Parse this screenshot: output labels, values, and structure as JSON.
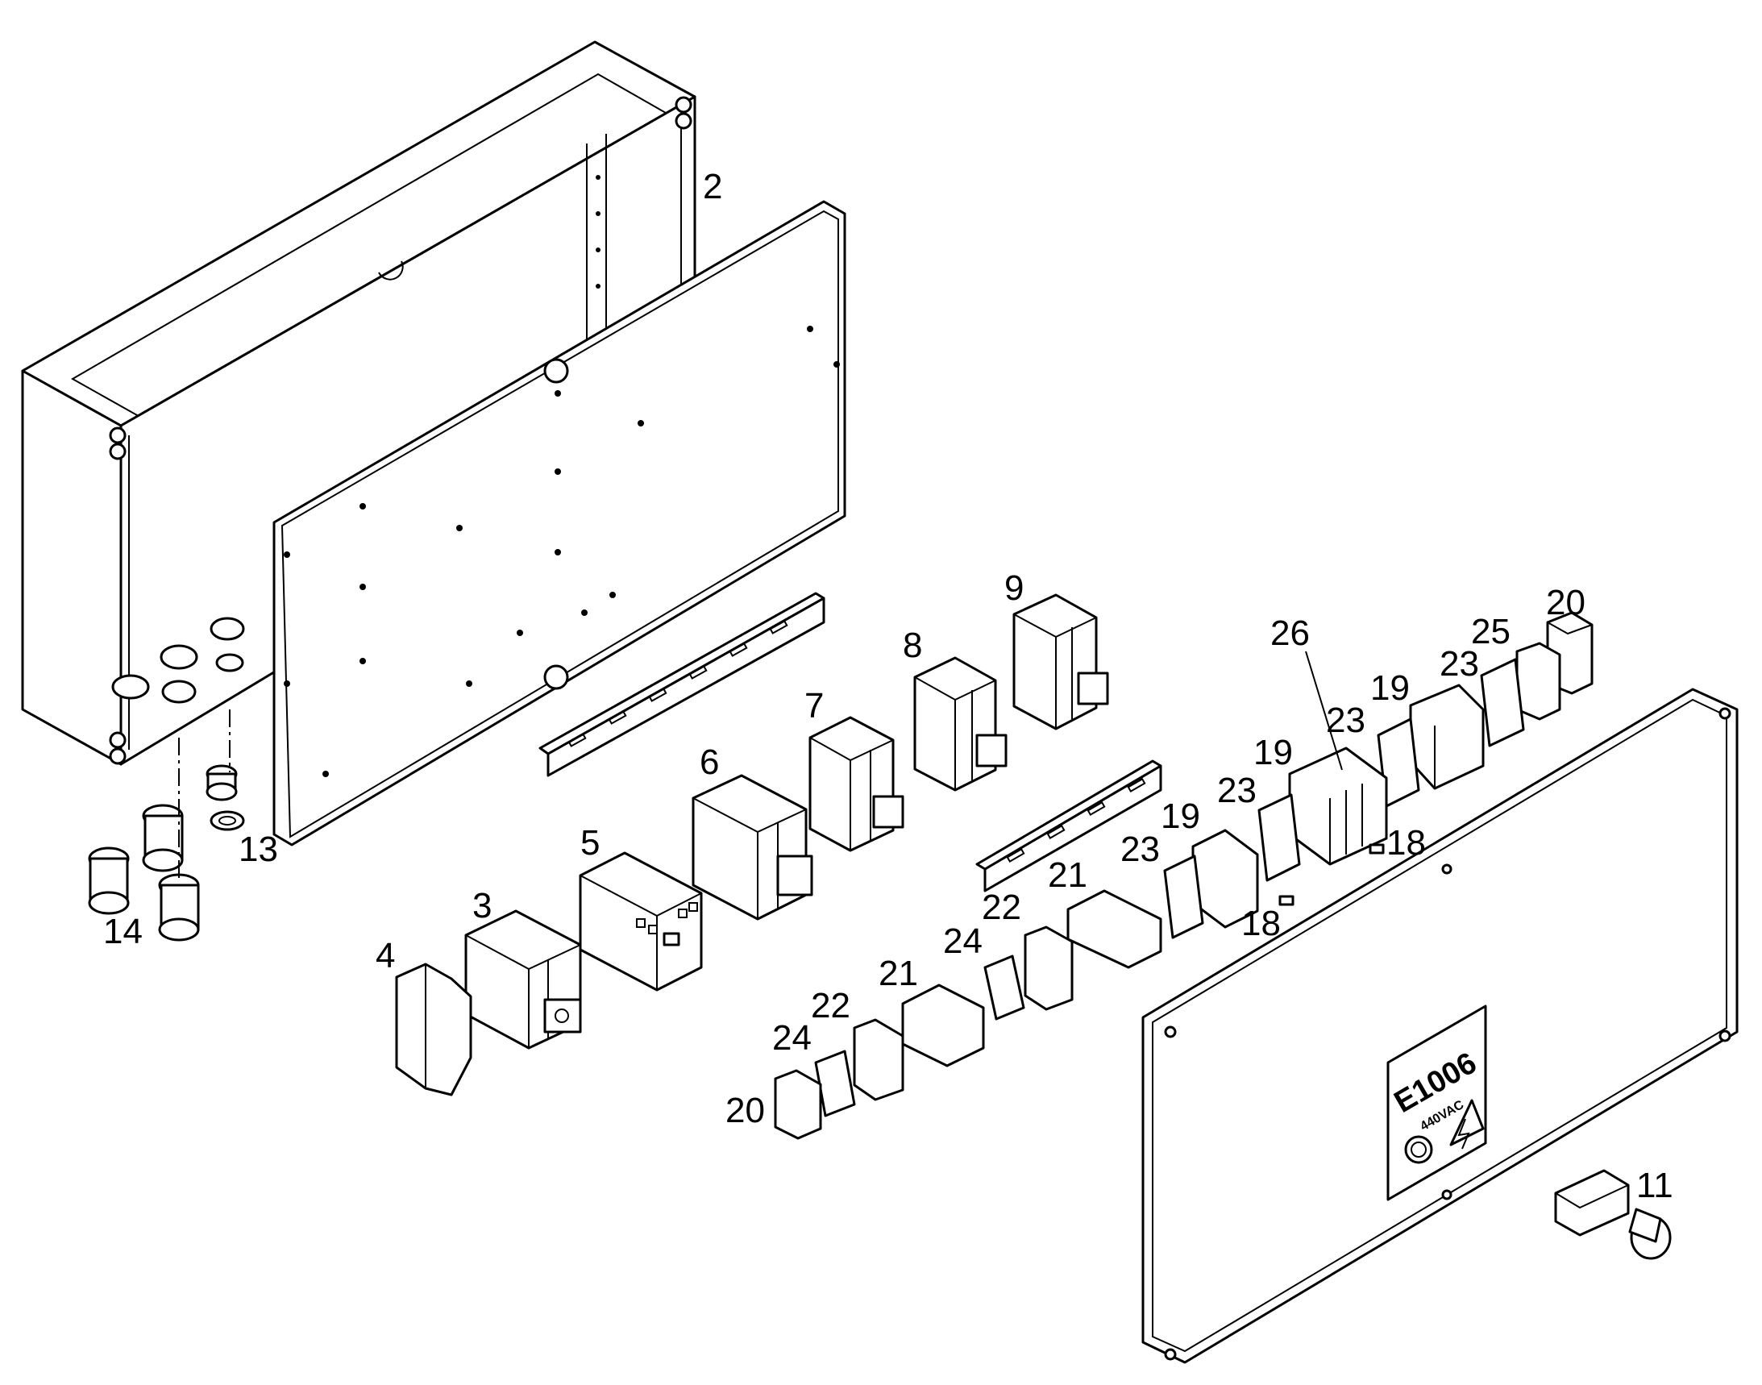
{
  "callouts": {
    "c2": "2",
    "c3": "3",
    "c4": "4",
    "c5": "5",
    "c6": "6",
    "c7": "7",
    "c8": "8",
    "c9": "9",
    "c11": "11",
    "c13": "13",
    "c14": "14",
    "c18a": "18",
    "c18b": "18",
    "c19a": "19",
    "c19b": "19",
    "c19c": "19",
    "c20a": "20",
    "c20b": "20",
    "c21a": "21",
    "c21b": "21",
    "c22a": "22",
    "c22b": "22",
    "c23a": "23",
    "c23b": "23",
    "c23c": "23",
    "c23d": "23",
    "c24a": "24",
    "c24b": "24",
    "c25": "25",
    "c26": "26"
  },
  "plate": {
    "code": "E1006",
    "voltage": "440VAC"
  }
}
